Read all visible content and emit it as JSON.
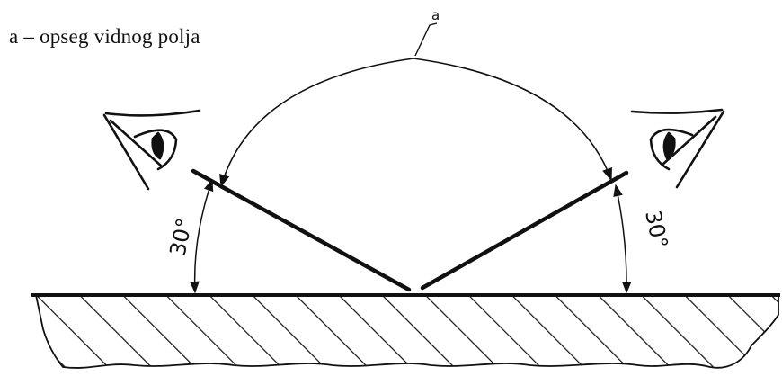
{
  "legend": "a – opseg vidnog polja",
  "labels": {
    "arc_callout": "a",
    "angle_left": "30°",
    "angle_right": "30°"
  },
  "colors": {
    "ink": "#111111",
    "background": "#ffffff"
  },
  "icons": [
    "eye-icon-left",
    "eye-icon-right"
  ]
}
